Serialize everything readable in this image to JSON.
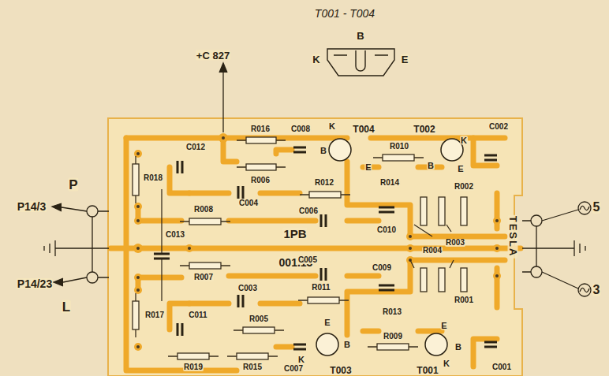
{
  "diagram": {
    "labels": [
      "T001 - T004",
      "B",
      "K",
      "E",
      "+C 827",
      "R016",
      "C008",
      "K",
      "T004",
      "T002",
      "C002",
      "C012",
      "B",
      "R010",
      "B",
      "K",
      "E",
      "E",
      "R018",
      "R006",
      "R012",
      "P",
      "R014",
      "R002",
      "C004",
      "R008",
      "C006",
      "P14/3",
      "5",
      "1PB",
      "C013",
      "C010",
      "R004",
      "R003",
      "TESLA",
      "001.13",
      "C009",
      "C005",
      "R007",
      "P14/23",
      "C003",
      "R011",
      "3",
      "R001",
      "L",
      "R013",
      "R017",
      "C011",
      "R005",
      "E",
      "E",
      "B",
      "B",
      "R009",
      "K",
      "K",
      "R019",
      "R015",
      "C007",
      "T003",
      "T001",
      "C001"
    ]
  }
}
